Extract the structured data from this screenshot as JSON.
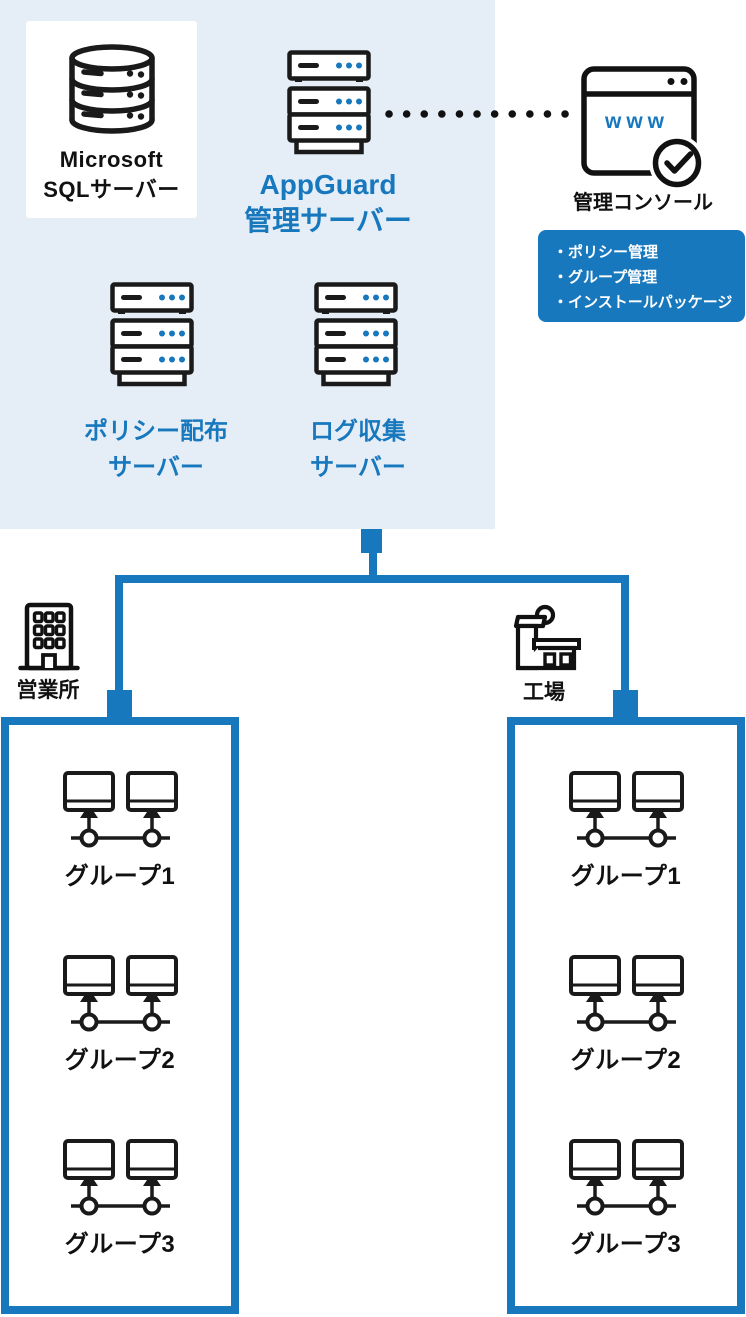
{
  "colors": {
    "accent": "#1878be",
    "panel_bg": "#e5eef7",
    "icon_black": "#1a1a1a",
    "features_text": "#ffffff"
  },
  "top_panel": {
    "sql_server_label": "Microsoft\nSQLサーバー",
    "appguard_label": "AppGuard\n管理サーバー",
    "policy_server_label": "ポリシー配布\nサーバー",
    "log_server_label": "ログ収集\nサーバー"
  },
  "console": {
    "label": "管理コンソール",
    "icon_text": "www",
    "features": [
      "・ポリシー管理",
      "・グループ管理",
      "・インストールパッケージ"
    ]
  },
  "sites": [
    {
      "label": "営業所",
      "groups": [
        "グループ1",
        "グループ2",
        "グループ3"
      ]
    },
    {
      "label": "工場",
      "groups": [
        "グループ1",
        "グループ2",
        "グループ3"
      ]
    }
  ]
}
